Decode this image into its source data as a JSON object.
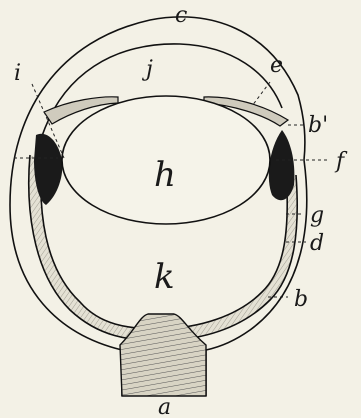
{
  "labels": {
    "a": "a",
    "b": "b",
    "b_prime": "b'",
    "c": "c",
    "d": "d",
    "e": "e",
    "f": "f",
    "g": "g",
    "h": "h",
    "i": "i",
    "j": "j",
    "k": "k"
  },
  "colors": {
    "background": "#f3f1e6",
    "ink": "#111111",
    "tissue_fill": "#dcd9cb",
    "pigment": "#1a1a1a"
  }
}
